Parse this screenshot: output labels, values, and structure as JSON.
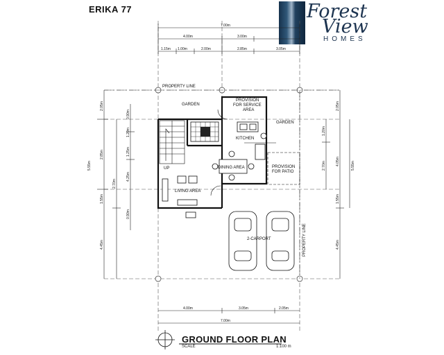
{
  "model_name": "ERIKA 77",
  "logo": {
    "line1": "Forest",
    "line2": "View",
    "line3": "HOMES"
  },
  "title": "GROUND FLOOR PLAN",
  "scale_label": "SCALE",
  "scale_value": "1:100 m",
  "rooms": {
    "garden_back": "GARDEN",
    "service_area": "PROVISION\nFOR SERVICE\nAREA",
    "garden_side": "GARDEN",
    "kitchen": "KITCHEN",
    "dining_area": "DINING AREA",
    "patio": "PROVISION\nFOR PATIO",
    "living_area": "LIVING AREA",
    "carport": "2-CARPORT",
    "up": "UP",
    "property_line_top": "PROPERTY LINE",
    "property_line_right": "PROPERTY LINE"
  },
  "dims": {
    "top_total": "7.00m",
    "top_seg1": "4.00m",
    "top_seg2": "3.00m",
    "top_sub1": "1.15m",
    "top_sub2": "1.00m",
    "top_sub3": "2.00m",
    "top_sub4": "2.85m",
    "top_sub5": "3.05m",
    "bot_seg1": "4.00m",
    "bot_seg2": "3.05m",
    "bot_seg3": "2.05m",
    "bot_total": "7.00m",
    "left_a1": "2.05m",
    "left_a2": "2.85m",
    "left_a3": "1.55m",
    "left_a4": "4.45m",
    "left_b1": "0.90m",
    "left_b2": "1.20m",
    "left_b3": "1.25m",
    "left_b4": "2.70m",
    "left_b5": "4.25m",
    "left_b6": "0.90m",
    "left_c": "5.55m",
    "right_a1": "2.05m",
    "right_a2": "4.05m",
    "right_a3": "1.55m",
    "right_a4": "4.45m",
    "right_b1": "1.20m",
    "right_b2": "2.70m",
    "right_c": "5.55m"
  }
}
